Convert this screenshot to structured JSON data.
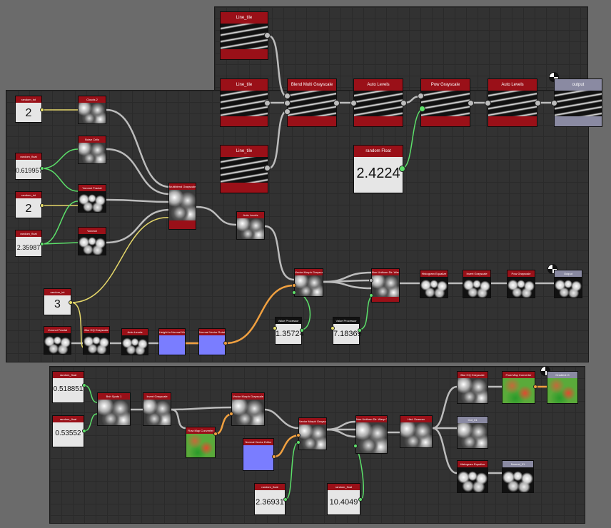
{
  "frames": {
    "top_right": {
      "name": "frame-lines"
    },
    "middle": {
      "name": "frame-clouds"
    },
    "bottom": {
      "name": "frame-green"
    }
  },
  "top": {
    "line_tile_1": "Line_tile",
    "line_tile_2": "Line_tile",
    "line_tile_3": "Line_tile",
    "blend_multi": "Blend Multi Grayscale",
    "auto_levels_1": "Auto Levels",
    "pow_grayscale": "Pow Grayscale",
    "auto_levels_2": "Auto Levels",
    "output": "output",
    "random_float_title": "random Float",
    "random_float_value": "2.4224"
  },
  "middle": {
    "r1_title": "random_int",
    "r1_value": "2",
    "r2_title": "random_float",
    "r2_value": "0.619957",
    "r3_title": "random_int",
    "r3_value": "2",
    "r4_title": "random_float",
    "r4_value": "2.35987",
    "r5_title": "random_int",
    "r5_value": "3",
    "clouds": "Clouds 2",
    "cells": "Noise Cells",
    "voronoi": "Voronoi Fractal",
    "voronoi2": "Voronoi",
    "blend": "Multiblend Grayscale",
    "auto_levels": "Auto Levels",
    "voronoi_b": "Voronoi Fractal",
    "blur": "Blur HQ Grayscale",
    "auto_levels_b": "Auto Levels",
    "height_to_normal": "Height to Normal World...",
    "normal_vector": "Normal Vector Rotation",
    "vector_morph": "Vector Morph Grayscale",
    "non_uniform": "Non Uniform Dir. Warp G...",
    "value_p1_title": "Value Processor",
    "value_p1": "1.35724",
    "value_p2_title": "Value Processor",
    "value_p2": "7.18369",
    "histogram": "Histogram Equalize",
    "invert": "Invert Grayscale",
    "pow": "Pow Grayscale",
    "output": "Output"
  },
  "bottom": {
    "rf1_title": "random_float",
    "rf1_value": "0.518851",
    "rf2_title": "random_float",
    "rf2_value": "0.53552",
    "rf3_title": "random_float",
    "rf3_value": "2.36931",
    "rf4_title": "random_float",
    "rf4_value": "10.4049",
    "perlin": "Bnh Spots 1",
    "invert": "Invert Grayscale",
    "flow": "Flow Map Converter",
    "vector_morph_1": "Vector Morph Grayscale",
    "normal": "Normal Vector Editor",
    "vector_morph_2": "Vector Morph Grayscale",
    "non_uniform": "Non Uniform Dir. Warp G...",
    "hist_scan": "Hist. Scanner",
    "blur_hq": "Blur HQ Grayscale",
    "flow_conv": "Flow Map Converter",
    "gradient": "Gradient G",
    "hist_select": "Histogram Equalize",
    "out_a": "Out_01",
    "out_b": "Normal_01"
  }
}
